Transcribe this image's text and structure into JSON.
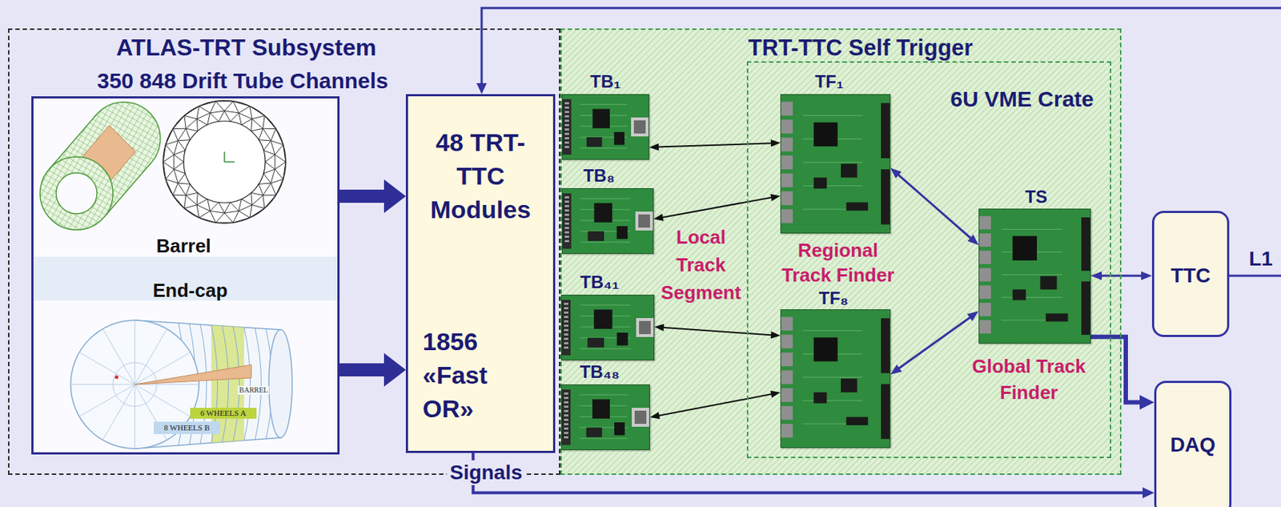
{
  "diagram": {
    "nodes": [
      {
        "text": [
          "ATLAS-TRT Subsystem",
          "350 848 Drift Tube Channels"
        ]
      },
      {
        "text": [
          "Barrel",
          "End-cap"
        ],
        "in": 0
      },
      {
        "text": [
          "48 TRT-TTC Modules",
          "1856 «Fast OR»",
          "Signals"
        ],
        "in": 0
      },
      {
        "text": [
          "TRT-TTC Self Trigger"
        ]
      },
      {
        "text": [
          "TB₁"
        ],
        "in": 3
      },
      {
        "text": [
          "TB₈"
        ],
        "in": 3
      },
      {
        "text": [
          "TB₄₁"
        ],
        "in": 3
      },
      {
        "text": [
          "TB₄₈"
        ],
        "in": 3
      },
      {
        "text": [
          "6U VME Crate"
        ],
        "in": 3
      },
      {
        "text": [
          "TF₁"
        ],
        "in": 8
      },
      {
        "text": [
          "TF₈"
        ],
        "in": 8
      },
      {
        "text": [
          "TS"
        ],
        "in": 8
      },
      {
        "text": [
          "TTC"
        ]
      },
      {
        "text": [
          "DAQ"
        ]
      }
    ],
    "edges": [
      {
        "from": 1,
        "to": 2,
        "arrow": "to"
      },
      {
        "from": 1,
        "to": 2,
        "arrow": "to"
      },
      {
        "from": 4,
        "to": 9,
        "arrow": "both"
      },
      {
        "from": 5,
        "to": 9,
        "arrow": "both"
      },
      {
        "from": 6,
        "to": 10,
        "arrow": "both"
      },
      {
        "from": 7,
        "to": 10,
        "arrow": "both"
      },
      {
        "from": 9,
        "to": 11,
        "arrow": "both"
      },
      {
        "from": 10,
        "to": 11,
        "arrow": "both"
      },
      {
        "from": 11,
        "to": 12,
        "arrow": "both"
      },
      {
        "from": 11,
        "to": 13,
        "arrow": "to"
      },
      {
        "from": 2,
        "to": 13,
        "arrow": "to"
      }
    ],
    "labels": [
      "Local Track Segment",
      "Regional Track Finder",
      "Global Track Finder",
      "L1",
      "BARREL",
      "6 WHEELS A",
      "8 WHEELS B"
    ]
  }
}
